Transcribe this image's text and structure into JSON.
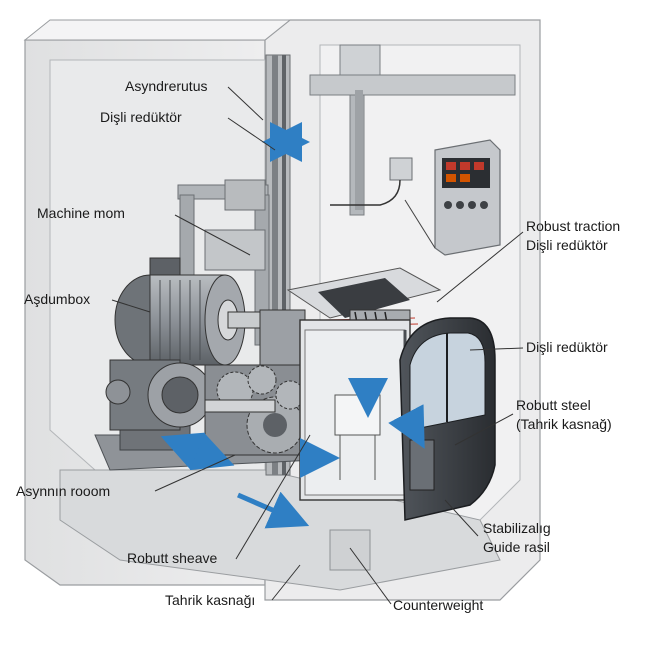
{
  "colors": {
    "background": "#ffffff",
    "wall": "#e4e5e6",
    "wall_inner": "#d3d5d7",
    "metal": "#8a8e92",
    "dark_metal": "#3e4145",
    "motor": "#9aa0a6",
    "cabinet": "#c9ccd0",
    "cabin_dark": "#2f3338",
    "accent_blue": "#2f7fc4",
    "warning_red": "#c0392b",
    "leader_line": "#333333"
  },
  "labels": {
    "asyndrerutus": "Asyndrerutus",
    "disli_reduktor_top": "Dişli redüktör",
    "machine_mom": "Machine mom",
    "asdumbox": "Aşdumbox",
    "asynnin_rooom": "Asynnın rooom",
    "robutt_sheave": "Robutt sheave",
    "tahrik_kasnagi": "Tahrik kasnağı",
    "robust_traction_line1": "Robust traction",
    "robust_traction_line2": "Dişli redüktör",
    "disli_reduktor_right": "Dişli redüktör",
    "robutt_steel_line1": "Robutt steel",
    "robutt_steel_line2": "(Tahrik kasnağ)",
    "stabilizalig_line1": "Stabilizalıg",
    "stabilizalig_line2": "Guide rasil",
    "counterweight": "Counterweight"
  },
  "icons": {
    "motor": "electric-motor-icon",
    "gearbox": "gear-reducer-icon",
    "cabin": "elevator-cabin-icon",
    "control_panel": "control-panel-icon",
    "arrows": "direction-arrow-icon"
  }
}
